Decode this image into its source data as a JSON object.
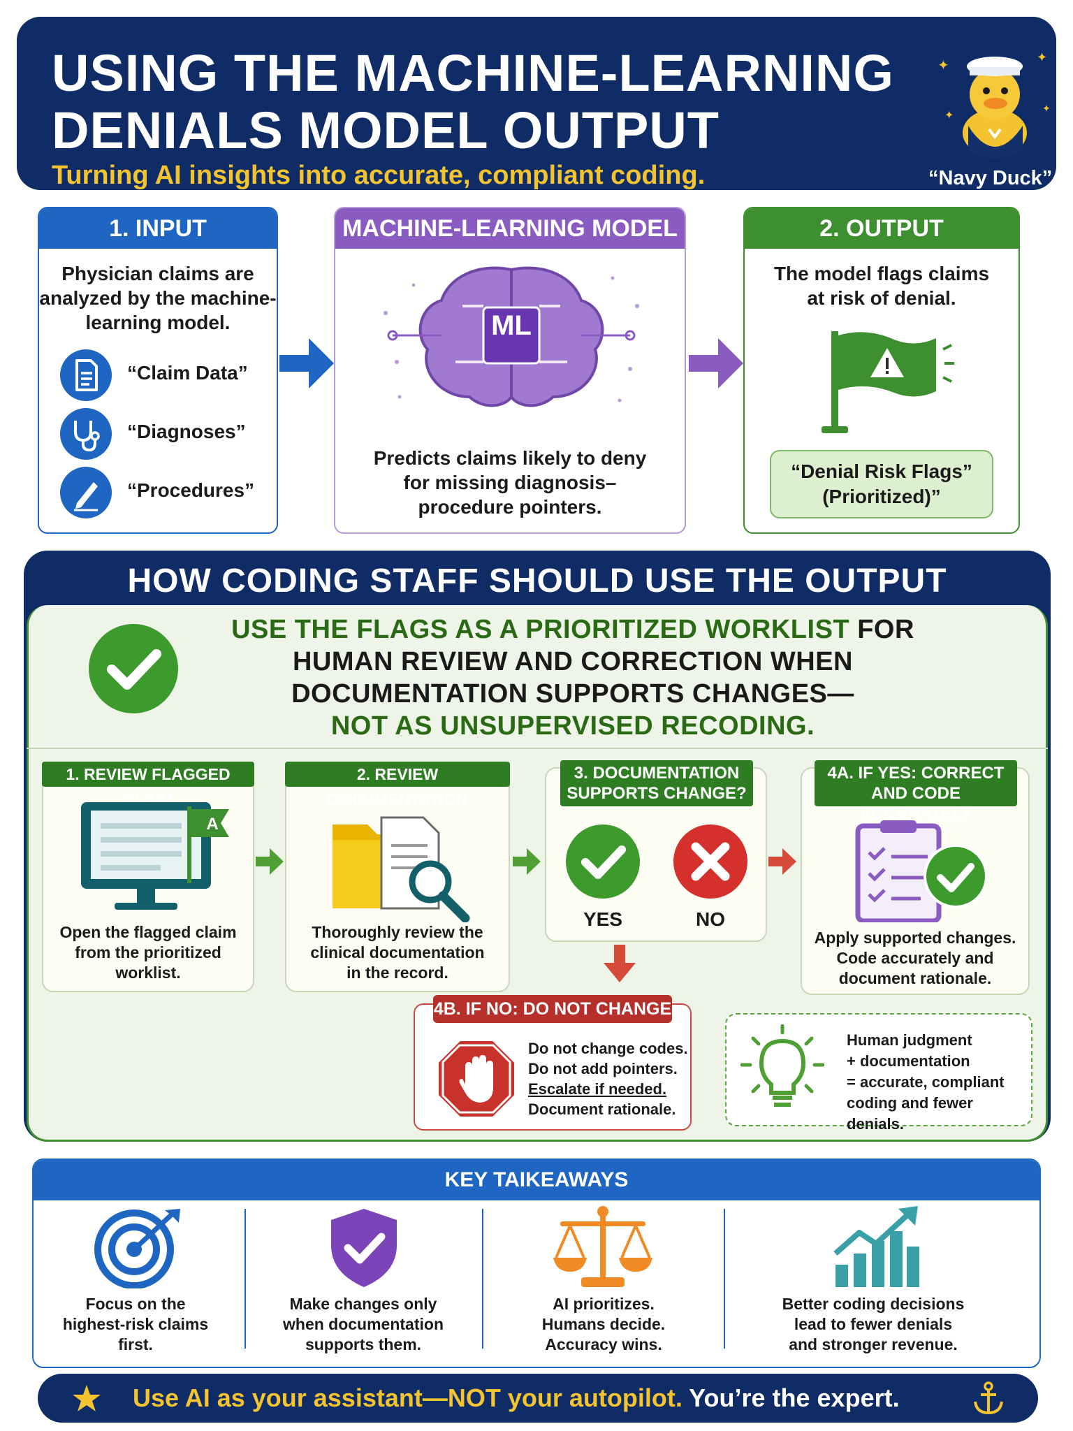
{
  "header": {
    "title_line1": "USING THE MACHINE-LEARNING",
    "title_line2": "DENIALS MODEL OUTPUT",
    "subtitle": "Turning AI insights into accurate, compliant coding.",
    "mascot_label": "“Navy Duck”"
  },
  "input": {
    "heading": "1. INPUT",
    "description": [
      "Physician claims are",
      "analyzed by the machine-",
      "learning model."
    ],
    "items": [
      {
        "label": "“Claim Data”",
        "icon": "document-icon"
      },
      {
        "label": "“Diagnoses”",
        "icon": "stethoscope-icon"
      },
      {
        "label": "“Procedures”",
        "icon": "pen-icon"
      }
    ]
  },
  "model": {
    "heading": "MACHINE-LEARNING MODEL",
    "badge": "ML",
    "description": [
      "Predicts claims likely to deny",
      "for missing diagnosis–",
      "procedure pointers."
    ]
  },
  "output": {
    "heading": "2. OUTPUT",
    "description": [
      "The model flags claims",
      "at risk of denial."
    ],
    "flag_label": [
      "“Denial Risk Flags”",
      "(Prioritized)”"
    ]
  },
  "usage": {
    "heading": "HOW CODING STAFF SHOULD USE THE OUTPUT",
    "banner": {
      "line1_green": "USE THE FLAGS AS A PRIORITIZED WORKLIST",
      "line1_dark": " FOR",
      "line2": "HUMAN REVIEW AND CORRECTION WHEN",
      "line3": "DOCUMENTATION SUPPORTS CHANGES—",
      "line4": "NOT AS UNSUPERVISED RECODING."
    },
    "steps": [
      {
        "tab": [
          "1. REVIEW FLAGGED CLAIM"
        ],
        "text": [
          "Open the flagged claim",
          "from the prioritized",
          "worklist."
        ],
        "flag_letter": "A"
      },
      {
        "tab": [
          "2. REVIEW DOCUMENTATION"
        ],
        "text": [
          "Thoroughly review the",
          "clinical documentation",
          "in the record."
        ]
      },
      {
        "tab": [
          "3. DOCUMENTATION",
          "SUPPORTS CHANGE?"
        ],
        "yes": "YES",
        "no": "NO"
      },
      {
        "tab": [
          "4A. IF YES: CORRECT",
          "AND CODE ACCURATELY"
        ],
        "text": [
          "Apply supported changes.",
          "Code accurately and",
          "document rationale."
        ]
      }
    ],
    "no_branch": {
      "tab": "4B. IF NO: DO NOT CHANGE",
      "lines": [
        "Do not change codes.",
        "Do not add pointers.",
        "Escalate if needed.",
        "Document rationale."
      ]
    },
    "tip": [
      "Human judgment",
      "+ documentation",
      "= accurate, compliant",
      "coding and fewer denials."
    ]
  },
  "takeaways": {
    "heading": "KEY TAIKEAWAYS",
    "items": [
      {
        "icon": "target-icon",
        "text": [
          "Focus on the",
          "highest-risk claims",
          "first."
        ]
      },
      {
        "icon": "shield-check-icon",
        "text": [
          "Make changes only",
          "when documentation",
          "supports them."
        ]
      },
      {
        "icon": "scales-icon",
        "text": [
          "AI prioritizes.",
          "Humans decide.",
          "Accuracy wins."
        ]
      },
      {
        "icon": "growth-chart-icon",
        "text": [
          "Better coding decisions",
          "lead to fewer denials",
          "and stronger revenue."
        ]
      }
    ]
  },
  "footer": {
    "yellow": "Use AI as your assistant—NOT your autopilot.",
    "white": " You’re the expert."
  },
  "colors": {
    "navy": "#0f2c66",
    "blue": "#1e66c2",
    "purple": "#8a5cc2",
    "green": "#3d8f2f",
    "red": "#b5302b",
    "yellow": "#f4c430"
  }
}
